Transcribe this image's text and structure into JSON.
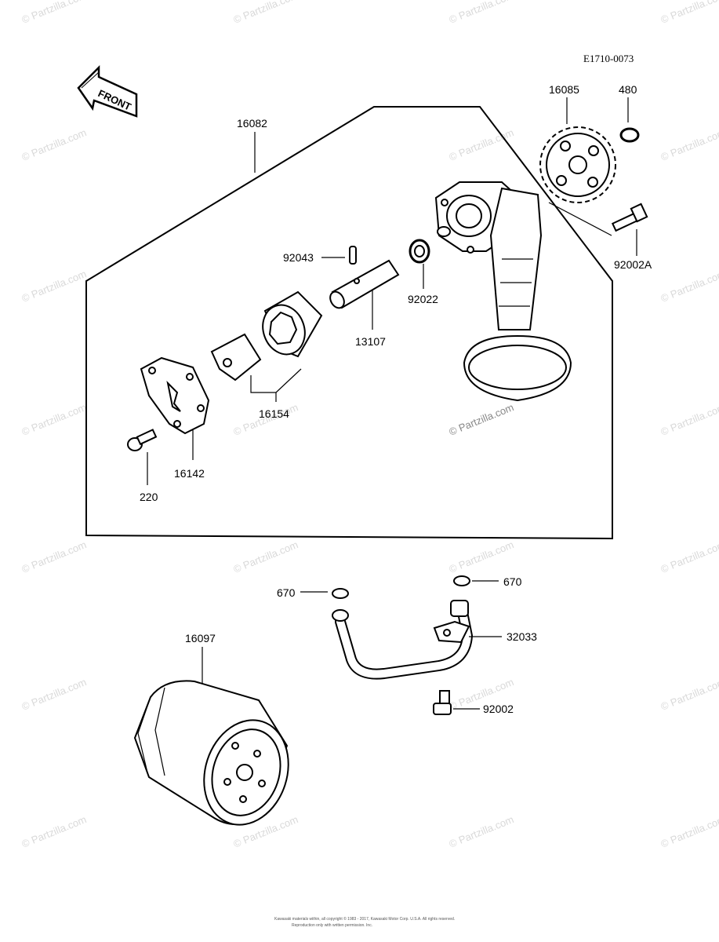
{
  "diagram_code": "E1710-0073",
  "front_label": "FRONT",
  "watermark": "© Partzilla.com",
  "parts": {
    "p16082": "16082",
    "p16085": "16085",
    "p480": "480",
    "p92002A": "92002A",
    "p92043": "92043",
    "p92022": "92022",
    "p13107": "13107",
    "p16154": "16154",
    "p16142": "16142",
    "p220": "220",
    "p670a": "670",
    "p670b": "670",
    "p32033": "32033",
    "p16097": "16097",
    "p92002": "92002"
  },
  "footer": {
    "line1": "Kawasaki materials within, all copyright © 1983 - 2017, Kawasaki Motor Corp. U.S.A. All rights reserved.",
    "line2": "Reproduction only with written permission. Inc."
  }
}
